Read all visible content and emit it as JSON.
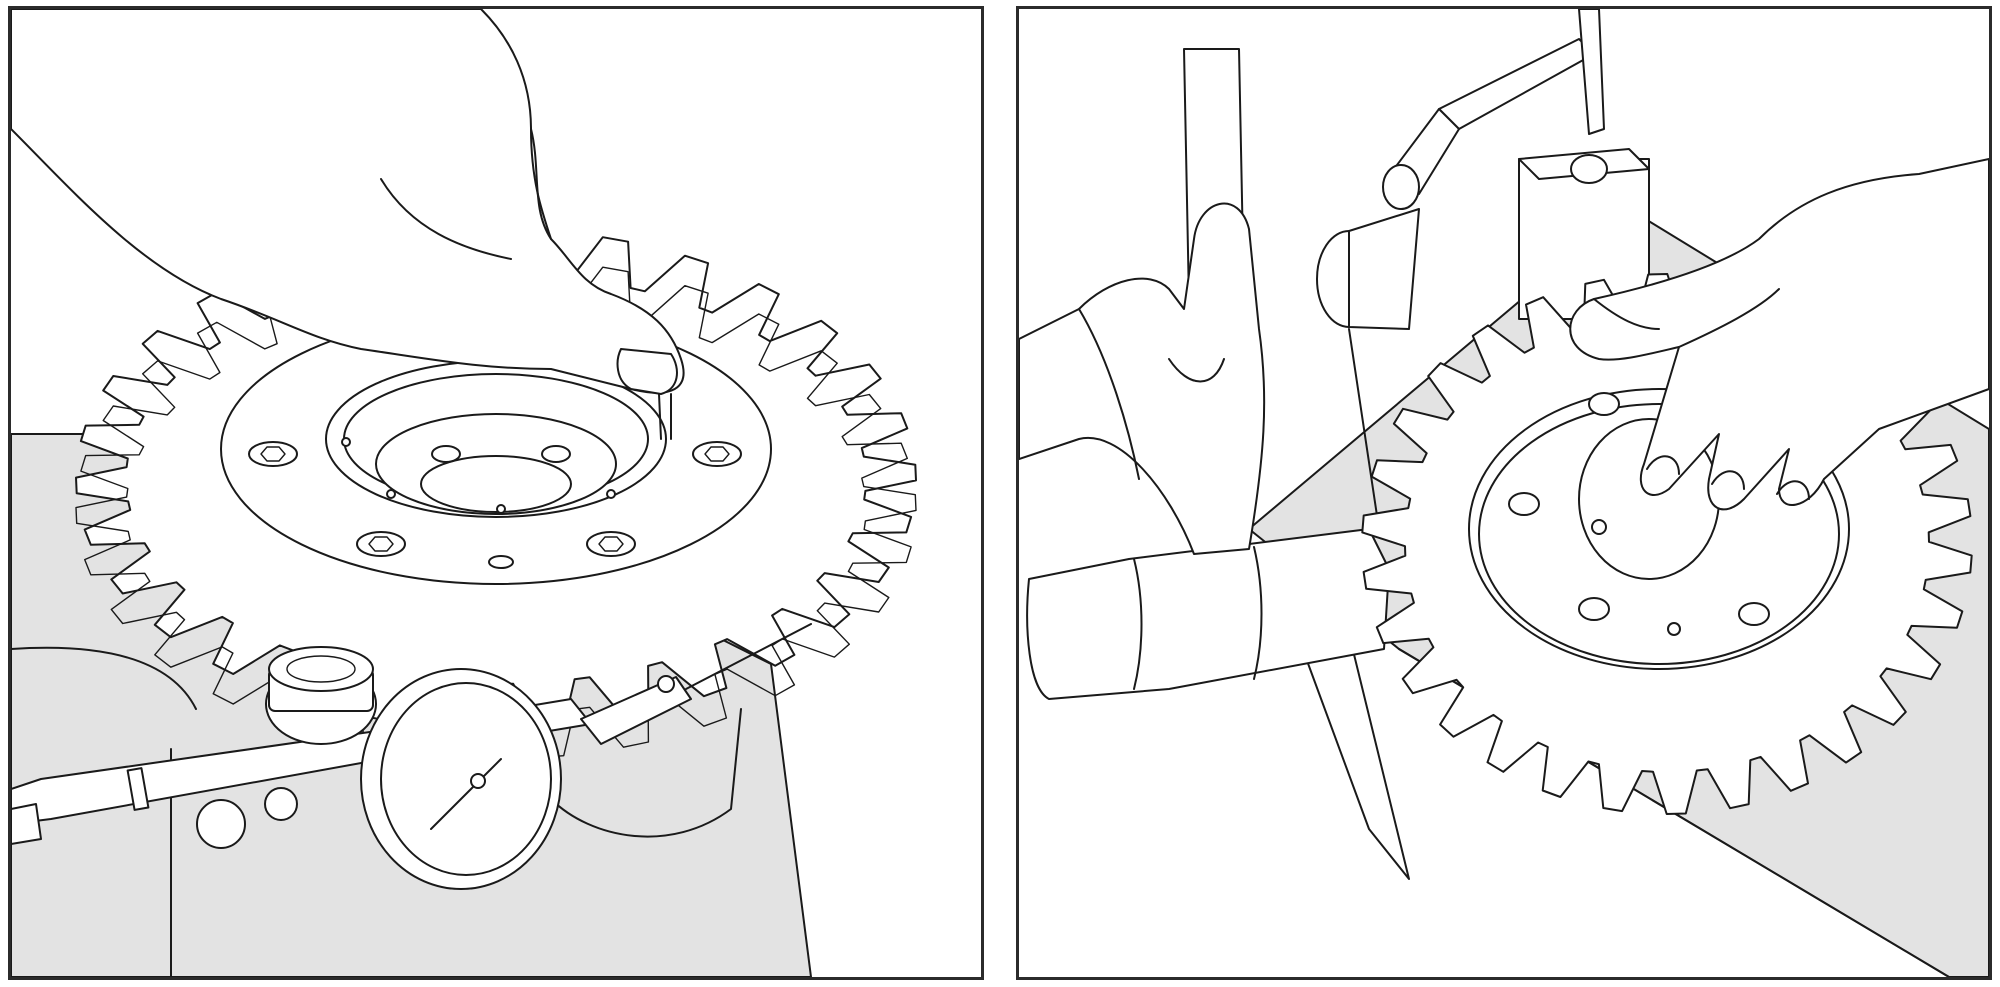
{
  "figure": {
    "panels": [
      {
        "id": "left",
        "depicts": [
          "sprocket",
          "hand",
          "dial-indicator",
          "bench"
        ],
        "colors": {
          "line": "#1a1a1a",
          "fill": "#ffffff",
          "bench": "#e3e3e3"
        }
      },
      {
        "id": "right",
        "depicts": [
          "sprocket",
          "hands",
          "mallet",
          "dial-indicator",
          "magnetic-base",
          "bench"
        ],
        "colors": {
          "line": "#1a1a1a",
          "fill": "#ffffff",
          "bench": "#e3e3e3"
        }
      }
    ]
  }
}
